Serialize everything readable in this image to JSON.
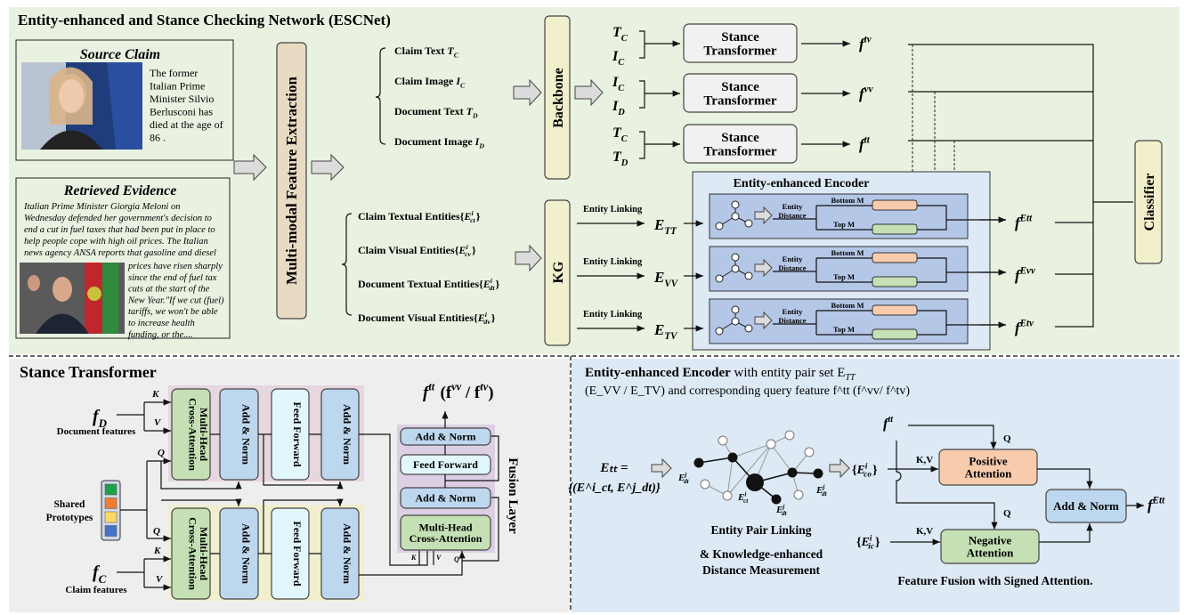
{
  "title": "Entity-enhanced and Stance Checking Network (ESCNet)",
  "source_claim": {
    "title": "Source Claim",
    "lines": [
      "The former",
      "Italian Prime",
      "Minister Silvio",
      "Berlusconi has",
      "died at the age of",
      "86 ."
    ]
  },
  "evidence": {
    "title": "Retrieved Evidence",
    "lines_top": [
      "Italian Prime Minister Giorgia Meloni on",
      "Wednesday defended her government's decision to",
      "end a cut in fuel taxes that had been put in place to",
      "help people cope with high oil prices. The Italian",
      "news agency ANSA reports that gasoline and diesel"
    ],
    "lines_side": [
      "prices have risen sharply",
      "since the end of fuel tax",
      "cuts at the start of the",
      "New Year.\"If we cut (fuel)",
      "tariffs, we won't be able",
      "to increase health",
      "funding, or the...."
    ]
  },
  "feature_extraction": "Multi-modal Feature Extraction",
  "features": [
    {
      "pre": "Claim Text ",
      "b": "T",
      "sub": "C"
    },
    {
      "pre": "Claim Image  ",
      "b": "I",
      "sub": "C"
    },
    {
      "pre": "Document Text ",
      "b": "T",
      "sub": "D"
    },
    {
      "pre": "Document Image  ",
      "b": "I",
      "sub": "D"
    }
  ],
  "backbone": "Backbone",
  "stance_block": [
    "Stance",
    "Transformer"
  ],
  "stance_pairs": [
    {
      "a": {
        "b": "T",
        "sub": "C"
      },
      "c": {
        "b": "I",
        "sub": "C"
      },
      "out": {
        "b": "f",
        "sup": "tv"
      }
    },
    {
      "a": {
        "b": "I",
        "sub": "C"
      },
      "c": {
        "b": "I",
        "sub": "D"
      },
      "out": {
        "b": "f",
        "sup": "vv"
      }
    },
    {
      "a": {
        "b": "T",
        "sub": "C"
      },
      "c": {
        "b": "T",
        "sub": "D"
      },
      "out": {
        "b": "f",
        "sup": "tt"
      }
    }
  ],
  "classifier": "Classifier",
  "kg": "KG",
  "entities": [
    {
      "pre": "Claim Textual Entities{",
      "b": "E",
      "sup": "i",
      "sub": "ct",
      "post": "}"
    },
    {
      "pre": "Claim Visual Entities{",
      "b": "E",
      "sup": "i",
      "sub": "cv",
      "post": "}"
    },
    {
      "pre": "Document Textual Entities{",
      "b": "E",
      "sup": "i",
      "sub": "dt",
      "post": "}"
    },
    {
      "pre": "Document Visual Entities{",
      "b": "E",
      "sup": "i",
      "sub": "dv",
      "post": "}"
    }
  ],
  "linking": [
    {
      "label": "Entity Linking",
      "set": {
        "b": "E",
        "sub": "TT"
      },
      "out": {
        "b": "f",
        "sup": "Ett"
      }
    },
    {
      "label": "Entity Linking",
      "set": {
        "b": "E",
        "sub": "VV"
      },
      "out": {
        "b": "f",
        "sup": "Evv"
      }
    },
    {
      "label": "Entity Linking",
      "set": {
        "b": "E",
        "sub": "TV"
      },
      "out": {
        "b": "f",
        "sup": "Etv"
      }
    }
  ],
  "encoder": {
    "title": "Entity-enhanced Encoder",
    "distance": [
      "Entity",
      "Distance"
    ],
    "bottom": "Bottom M",
    "top": "Top M"
  },
  "stance_transformer": {
    "title": "Stance Transformer",
    "output": {
      "b": "f",
      "sup": "tt",
      "post": " (f",
      "sup2": "vv",
      "post2": " / f",
      "sup3": "tv",
      "post3": ")"
    },
    "mhca": [
      "Multi-Head",
      "Cross-Attention"
    ],
    "add_norm": "Add & Norm",
    "feed_forward": "Feed Forward",
    "fd": {
      "b": "f",
      "sub": "D"
    },
    "fd_label": "Document features",
    "fc": {
      "b": "f",
      "sub": "C"
    },
    "fc_label": "Claim features",
    "shared": [
      "Shared",
      "Prototypes"
    ],
    "prototype_colors": [
      "#1aa24a",
      "#ed7d31",
      "#ffd966",
      "#4472c4"
    ],
    "k": "K",
    "v": "V",
    "q": "Q",
    "fusion_label": "Fusion Layer",
    "fusion_mhca": [
      "Multi-Head",
      "Cross-Attention"
    ]
  },
  "encoder_detail": {
    "title_bold": "Entity-enhanced Encoder",
    "title_rest": " with entity pair set E",
    "title_sub": "TT",
    "title_line2": "(E_VV / E_TV) and corresponding query feature f^tt (f^vv/ f^tv)",
    "ett_eq": "Eₜₜ =",
    "ett_set": "{(E^i_ct, E^j_dt)}",
    "node_label_dt": {
      "b": "E",
      "sup": "j",
      "sub": "dt"
    },
    "node_label_ct": {
      "b": "E",
      "sup": "i",
      "sub": "ct"
    },
    "pair_caption": [
      "Entity Pair Linking",
      "& Knowledge-enhanced",
      "Distance Measurement"
    ],
    "eco": {
      "pre": "{",
      "b": "E",
      "sup": "i",
      "sub": "co",
      "post": "}"
    },
    "eic": {
      "pre": "{",
      "b": "E",
      "sup": "i",
      "sub": "ic",
      "post": "}"
    },
    "ftt": {
      "b": "f",
      "sup": "tt"
    },
    "fett": {
      "b": "f",
      "sup": "Ett"
    },
    "positive": [
      "Positive",
      "Attention"
    ],
    "negative": [
      "Negative",
      "Attention"
    ],
    "add_norm": "Add & Norm",
    "kv": "K,V",
    "q": "Q",
    "fusion_caption": "Feature Fusion with Signed Attention."
  },
  "colors": {
    "top_bg": "#e9f2e1",
    "left_bg": "#eeeeee",
    "right_bg": "#dde9f5",
    "green_block": "#c5e0b4",
    "blue_block": "#bdd7ee",
    "ff_block": "#e2f7fc",
    "positive": "#f8cbad",
    "tan": "#e7dcc3",
    "yellow": "#f2f0cc"
  }
}
